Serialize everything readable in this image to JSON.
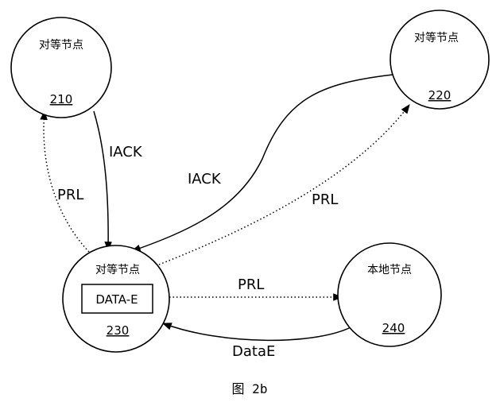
{
  "nodes": {
    "n210": {
      "title": "对等节点",
      "id": "210"
    },
    "n220": {
      "title": "对等节点",
      "id": "220"
    },
    "n230": {
      "title": "对等节点",
      "id": "230",
      "box_label": "DATA-E"
    },
    "n240": {
      "title": "本地节点",
      "id": "240"
    }
  },
  "edges": {
    "e210_230_iack": {
      "label": "IACK",
      "style": "solid"
    },
    "e230_210_prl": {
      "label": "PRL",
      "style": "dotted"
    },
    "e220_230_iack": {
      "label": "IACK",
      "style": "solid"
    },
    "e230_220_prl": {
      "label": "PRL",
      "style": "dotted"
    },
    "e230_240_prl": {
      "label": "PRL",
      "style": "dotted"
    },
    "e240_230_datae": {
      "label": "DataE",
      "style": "solid"
    }
  },
  "caption": "图 2b",
  "colors": {
    "stroke": "#000000",
    "background": "#ffffff"
  }
}
